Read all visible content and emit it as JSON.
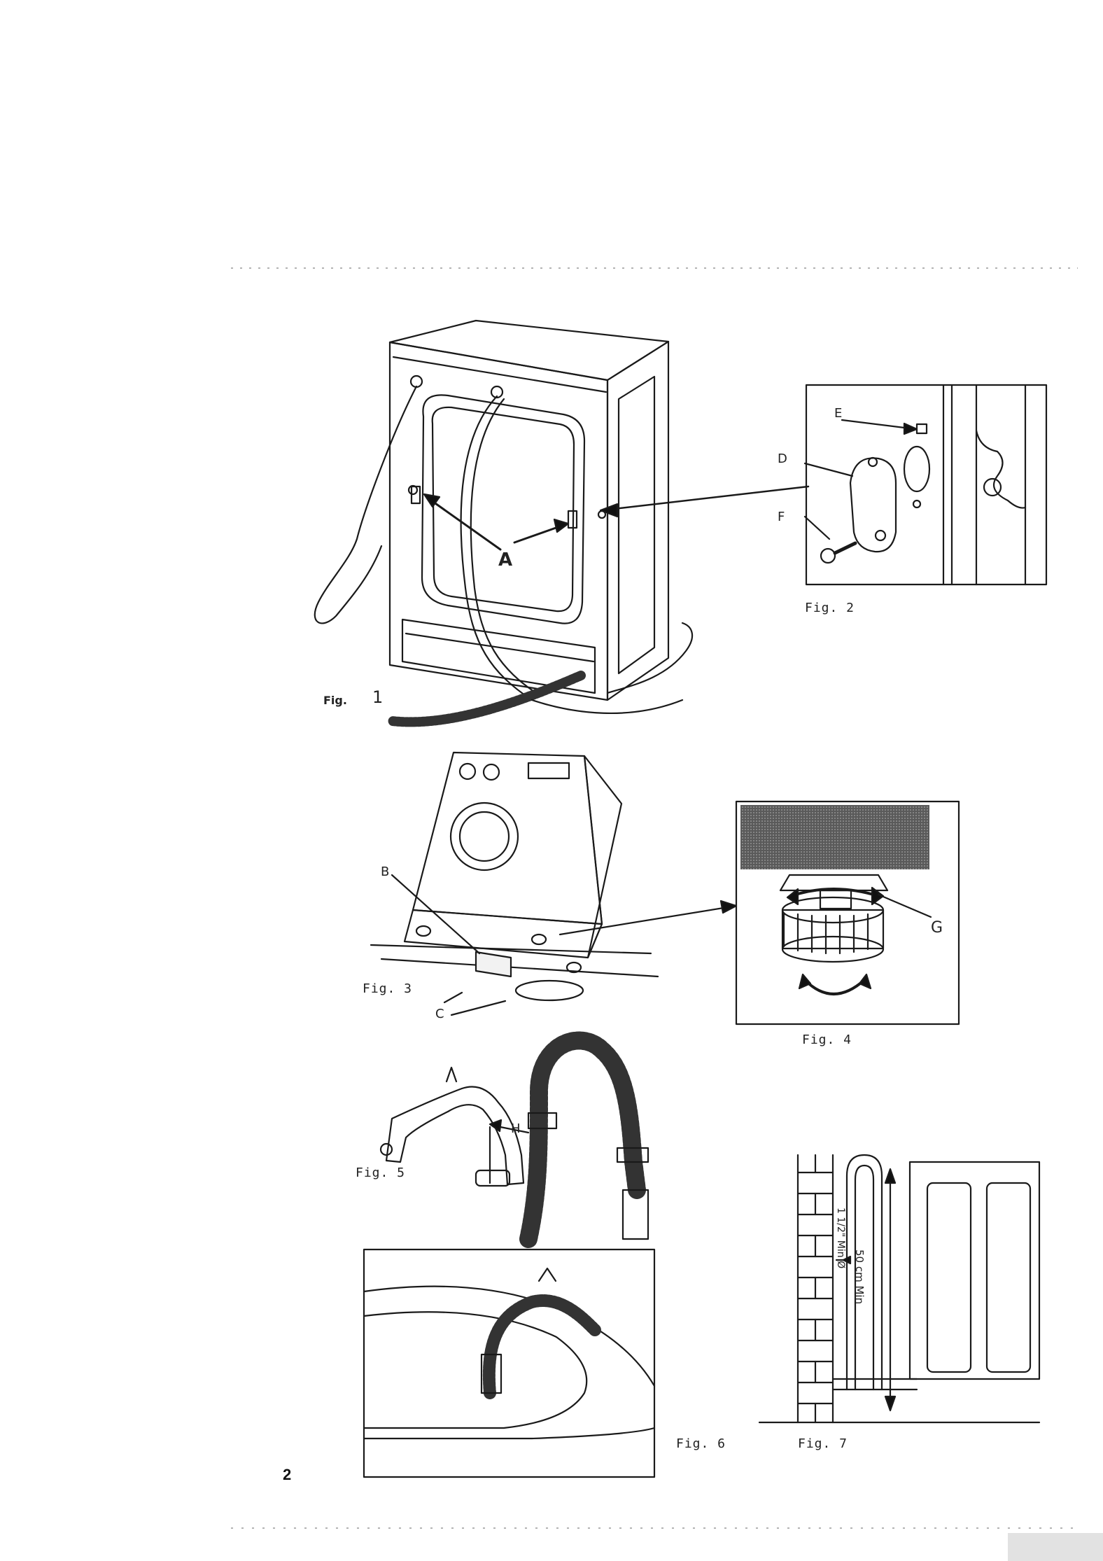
{
  "page": {
    "number": "2"
  },
  "figures": {
    "fig1": {
      "prefix": "Fig.",
      "number": "1",
      "label_a": "A"
    },
    "fig2": {
      "caption": "Fig. 2",
      "label_e": "E",
      "label_d": "D",
      "label_f": "F"
    },
    "fig3": {
      "caption": "Fig. 3",
      "label_b": "B",
      "label_c": "C"
    },
    "fig4": {
      "caption": "Fig. 4",
      "label_g": "G"
    },
    "fig5": {
      "caption": "Fig. 5",
      "label_h": "H"
    },
    "fig6": {
      "caption": "Fig. 6"
    },
    "fig7": {
      "caption": "Fig. 7",
      "dim_height": "50 cm Min",
      "dim_diameter": "1 1/2\" Min Ø"
    }
  }
}
